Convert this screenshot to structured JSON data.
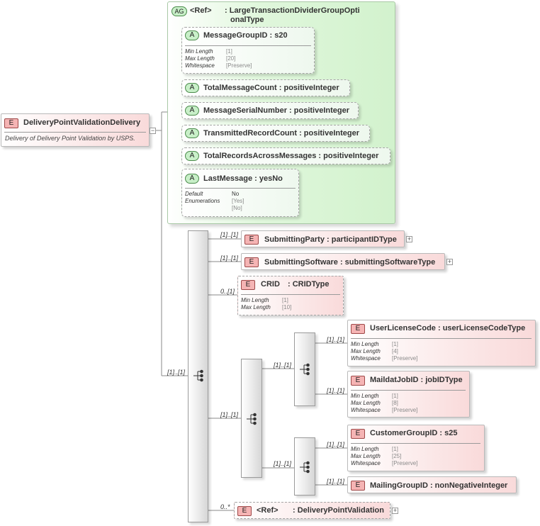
{
  "root": {
    "badge": "E",
    "name": "DeliveryPointValidationDelivery",
    "description": "Delivery of Delivery Point Validation by USPS.",
    "collapse_symbol": "−"
  },
  "attribute_group": {
    "badge": "AG",
    "ref": "<Ref>",
    "type_line1": ": LargeTransactionDividerGroupOpti",
    "type_line2": "onalType",
    "attributes": [
      {
        "badge": "A",
        "label": "MessageGroupID : s20",
        "facets": [
          {
            "k": "Min Length",
            "v": "[1]"
          },
          {
            "k": "Max Length",
            "v": "[20]"
          },
          {
            "k": "Whitespace",
            "v": "[Preserve]"
          }
        ]
      },
      {
        "badge": "A",
        "label": "TotalMessageCount : positiveInteger"
      },
      {
        "badge": "A",
        "label": "MessageSerialNumber : positiveInteger"
      },
      {
        "badge": "A",
        "label": "TransmittedRecordCount : positiveInteger"
      },
      {
        "badge": "A",
        "label": "TotalRecordsAcrossMessages : positiveInteger"
      },
      {
        "badge": "A",
        "label": "LastMessage : yesNo",
        "facets": [
          {
            "k": "Default",
            "v": "No"
          },
          {
            "k": "Enumerations",
            "v": "[Yes]"
          },
          {
            "k": "",
            "v": "[No]"
          }
        ]
      }
    ]
  },
  "sequence": {
    "cardinality": "[1]..[1]",
    "children": [
      {
        "badge": "E",
        "label": "SubmittingParty : participantIDType",
        "cardinality": "[1]..[1]",
        "expand": "+"
      },
      {
        "badge": "E",
        "label": "SubmittingSoftware : submittingSoftwareType",
        "cardinality": "[1]..[1]",
        "expand": "+"
      },
      {
        "badge": "E",
        "name": "CRID",
        "type": ": CRIDType",
        "cardinality": "0..[1]",
        "facets": [
          {
            "k": "Min Length",
            "v": "[1]"
          },
          {
            "k": "Max Length",
            "v": "[10]"
          }
        ]
      },
      {
        "badge": "E",
        "name": "<Ref>",
        "type": ": DeliveryPointValidation",
        "cardinality": "0..*",
        "expand": "+"
      }
    ],
    "inner_sequence": {
      "cardinality": "[1]..[1]",
      "upper": {
        "cardinality": "[1]..[1]",
        "children": [
          {
            "badge": "E",
            "label": "UserLicenseCode : userLicenseCodeType",
            "cardinality": "[1]..[1]",
            "facets": [
              {
                "k": "Min Length",
                "v": "[1]"
              },
              {
                "k": "Max Length",
                "v": "[4]"
              },
              {
                "k": "Whitespace",
                "v": "[Preserve]"
              }
            ]
          },
          {
            "badge": "E",
            "label": "MaildatJobID : jobIDType",
            "cardinality": "[1]..[1]",
            "facets": [
              {
                "k": "Min Length",
                "v": "[1]"
              },
              {
                "k": "Max Length",
                "v": "[8]"
              },
              {
                "k": "Whitespace",
                "v": "[Preserve]"
              }
            ]
          }
        ]
      },
      "lower": {
        "cardinality": "[1]..[1]",
        "children": [
          {
            "badge": "E",
            "label": "CustomerGroupID : s25",
            "cardinality": "[1]..[1]",
            "facets": [
              {
                "k": "Min Length",
                "v": "[1]"
              },
              {
                "k": "Max Length",
                "v": "[25]"
              },
              {
                "k": "Whitespace",
                "v": "[Preserve]"
              }
            ]
          },
          {
            "badge": "E",
            "label": "MailingGroupID : nonNegativeInteger",
            "cardinality": "[1]..[1]"
          }
        ]
      }
    }
  }
}
